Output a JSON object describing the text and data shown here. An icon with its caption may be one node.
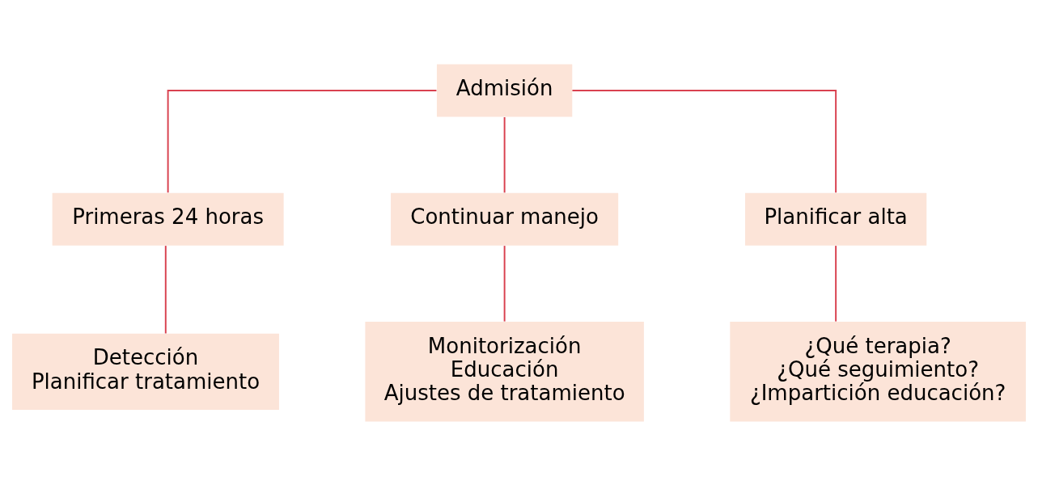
{
  "diagram": {
    "nodes": [
      {
        "text": [
          "Admisión"
        ]
      },
      {
        "text": [
          "Primeras 24 horas"
        ]
      },
      {
        "text": [
          "Continuar manejo"
        ]
      },
      {
        "text": [
          "Planificar alta"
        ]
      },
      {
        "text": [
          "Detección",
          "Planificar tratamiento"
        ]
      },
      {
        "text": [
          "Monitorización",
          "Educación",
          "Ajustes de tratamiento"
        ]
      },
      {
        "text": [
          "¿Qué terapia?",
          "¿Qué seguimiento?",
          "¿Impartición educación?"
        ]
      }
    ],
    "edges": [
      {
        "from": 0,
        "to": 1,
        "arrow": "none"
      },
      {
        "from": 0,
        "to": 2,
        "arrow": "none"
      },
      {
        "from": 0,
        "to": 3,
        "arrow": "none"
      },
      {
        "from": 1,
        "to": 4,
        "arrow": "none"
      },
      {
        "from": 2,
        "to": 5,
        "arrow": "none"
      },
      {
        "from": 3,
        "to": 6,
        "arrow": "none"
      }
    ]
  }
}
